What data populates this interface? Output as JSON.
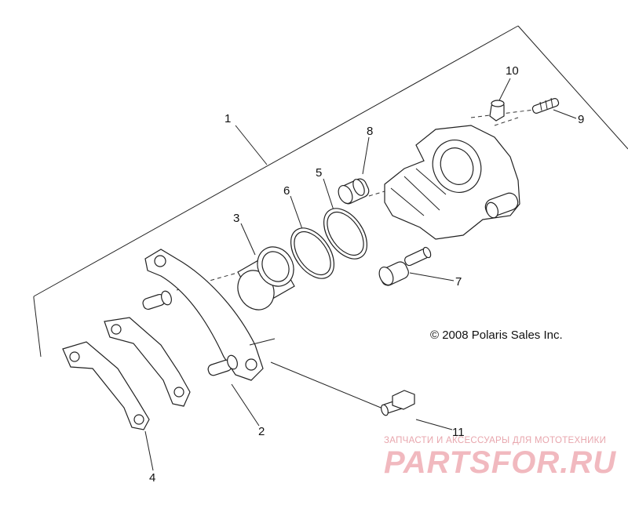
{
  "diagram": {
    "callouts": [
      {
        "id": "1",
        "label": "1"
      },
      {
        "id": "2",
        "label": "2"
      },
      {
        "id": "3",
        "label": "3"
      },
      {
        "id": "4",
        "label": "4"
      },
      {
        "id": "5",
        "label": "5"
      },
      {
        "id": "6",
        "label": "6"
      },
      {
        "id": "7",
        "label": "7"
      },
      {
        "id": "8",
        "label": "8"
      },
      {
        "id": "9",
        "label": "9"
      },
      {
        "id": "10",
        "label": "10"
      },
      {
        "id": "11",
        "label": "11"
      }
    ],
    "copyright": "© 2008 Polaris Sales Inc."
  },
  "watermark": {
    "subtitle": "ЗАПЧАСТИ И АКСЕССУАРЫ ДЛЯ МОТОТЕХНИКИ",
    "logo": "PARTSFOR.RU",
    "color": "#f1b9bf"
  }
}
